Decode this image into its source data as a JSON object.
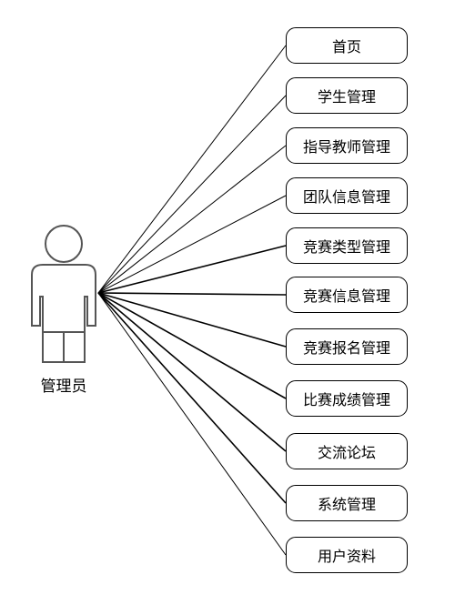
{
  "actor": {
    "label": "管理员"
  },
  "use_cases": [
    {
      "label": "首页"
    },
    {
      "label": "学生管理"
    },
    {
      "label": "指导教师管理"
    },
    {
      "label": "团队信息管理"
    },
    {
      "label": "竞赛类型管理"
    },
    {
      "label": "竞赛信息管理"
    },
    {
      "label": "竞赛报名管理"
    },
    {
      "label": "比赛成绩管理"
    },
    {
      "label": "交流论坛"
    },
    {
      "label": "系统管理"
    },
    {
      "label": "用户资料"
    }
  ]
}
